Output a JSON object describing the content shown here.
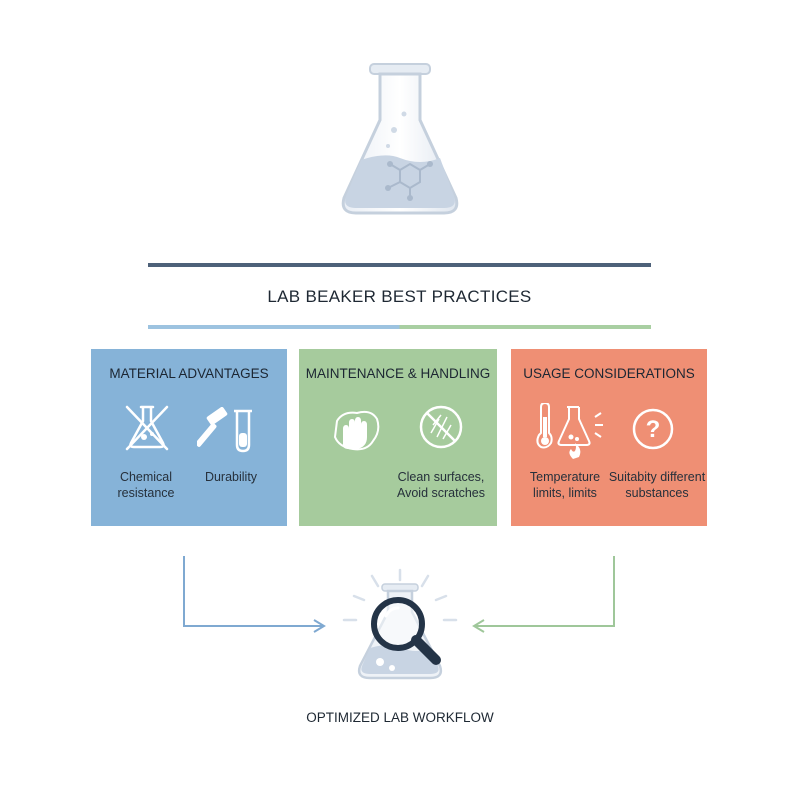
{
  "title": "LAB BEAKER BEST PRACTICES",
  "panels": {
    "material": {
      "title": "MATERIAL ADVANTAGES",
      "items": [
        {
          "label": "Chemical\nresistance",
          "icon": "crossed-flask-icon"
        },
        {
          "label": "Durability",
          "icon": "hammer-test-tube-icon"
        }
      ],
      "color": "#86b3d8"
    },
    "maintenance": {
      "title": "MAINTENANCE & HANDLING",
      "items": [
        {
          "label": "",
          "icon": "wiping-hand-icon"
        },
        {
          "label": "Clean surfaces,\nAvoid scratches",
          "icon": "no-scratches-icon"
        }
      ],
      "color": "#a6cb9d"
    },
    "usage": {
      "title": "USAGE CONSIDERATIONS",
      "items": [
        {
          "label": "Temperature\nlimits, limits",
          "icon": "thermometer-flask-icon"
        },
        {
          "label": "Suitabity different\nsubstances",
          "icon": "question-icon"
        }
      ],
      "color": "#ef8f74"
    }
  },
  "footer": "OPTIMIZED LAB WORKFLOW",
  "colors": {
    "dark_rule": "#4d6179",
    "blue_arrow": "#7fa9d1",
    "green_arrow": "#9fc79a",
    "magnifier": "#243447"
  }
}
